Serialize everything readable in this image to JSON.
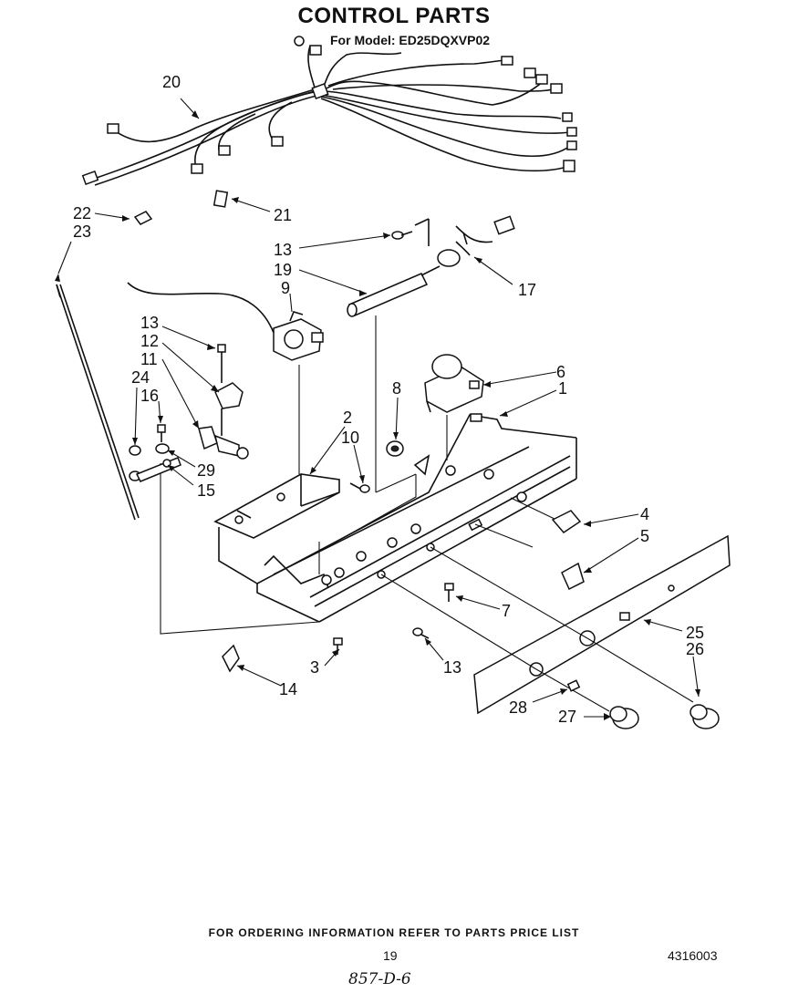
{
  "header": {
    "title": "CONTROL PARTS",
    "model_line": "For Model: ED25DQXVP02"
  },
  "callouts": [
    {
      "id": "c20",
      "label": "20"
    },
    {
      "id": "c21",
      "label": "21"
    },
    {
      "id": "c22",
      "label": "22"
    },
    {
      "id": "c23",
      "label": "23"
    },
    {
      "id": "c13a",
      "label": "13"
    },
    {
      "id": "c19",
      "label": "19"
    },
    {
      "id": "c17",
      "label": "17"
    },
    {
      "id": "c9",
      "label": "9"
    },
    {
      "id": "c13b",
      "label": "13"
    },
    {
      "id": "c12",
      "label": "12"
    },
    {
      "id": "c11",
      "label": "11"
    },
    {
      "id": "c24",
      "label": "24"
    },
    {
      "id": "c16",
      "label": "16"
    },
    {
      "id": "c29",
      "label": "29"
    },
    {
      "id": "c15",
      "label": "15"
    },
    {
      "id": "c8",
      "label": "8"
    },
    {
      "id": "c6",
      "label": "6"
    },
    {
      "id": "c1",
      "label": "1"
    },
    {
      "id": "c2",
      "label": "2"
    },
    {
      "id": "c10",
      "label": "10"
    },
    {
      "id": "c4",
      "label": "4"
    },
    {
      "id": "c5",
      "label": "5"
    },
    {
      "id": "c7",
      "label": "7"
    },
    {
      "id": "c25",
      "label": "25"
    },
    {
      "id": "c26",
      "label": "26"
    },
    {
      "id": "c3",
      "label": "3"
    },
    {
      "id": "c13c",
      "label": "13"
    },
    {
      "id": "c14",
      "label": "14"
    },
    {
      "id": "c28",
      "label": "28"
    },
    {
      "id": "c27",
      "label": "27"
    }
  ],
  "footer": {
    "ordering_note": "FOR ORDERING INFORMATION REFER TO PARTS PRICE LIST",
    "page_number": "19",
    "document_number": "4316003",
    "handwritten_note": "857-D-6"
  }
}
